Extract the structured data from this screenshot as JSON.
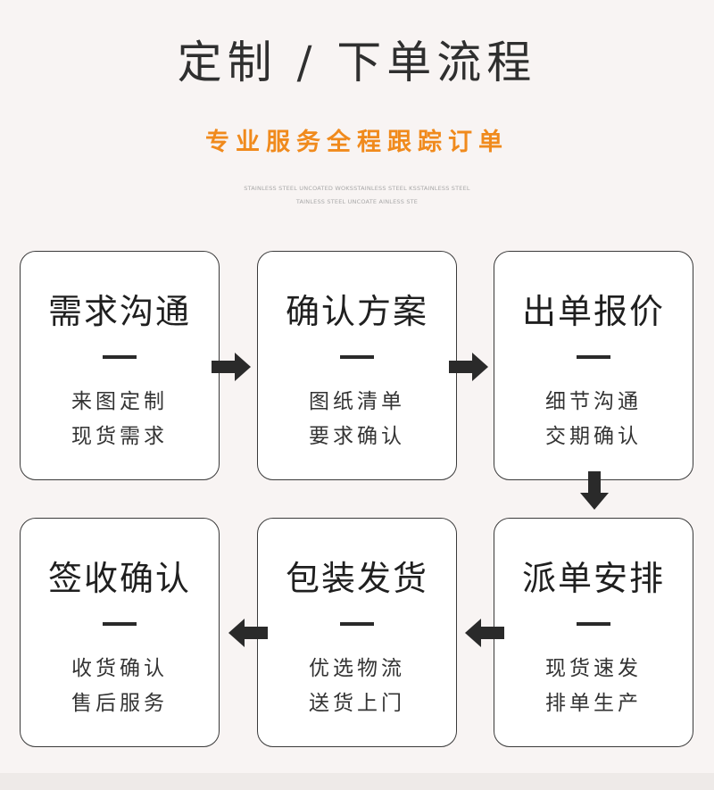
{
  "title": "定制 / 下单流程",
  "subtitle": "专业服务全程跟踪订单",
  "small_text": {
    "line1": "STAINLESS STEEL UNCOATED WOKSSTAINLESS STEEL KSSTAINLESS STEEL",
    "line2": "TAINLESS STEEL UNCOATE AINLESS STE"
  },
  "steps": [
    {
      "title": "需求沟通",
      "line1": "来图定制",
      "line2": "现货需求"
    },
    {
      "title": "确认方案",
      "line1": "图纸清单",
      "line2": "要求确认"
    },
    {
      "title": "出单报价",
      "line1": "细节沟通",
      "line2": "交期确认"
    },
    {
      "title": "派单安排",
      "line1": "现货速发",
      "line2": "排单生产"
    },
    {
      "title": "包装发货",
      "line1": "优选物流",
      "line2": "送货上门"
    },
    {
      "title": "签收确认",
      "line1": "收货确认",
      "line2": "售后服务"
    }
  ],
  "colors": {
    "accent": "#f08a1c",
    "text": "#2b2b2b",
    "background": "#f8f4f3"
  },
  "icons": [
    "arrow-right-icon",
    "arrow-down-icon",
    "arrow-left-icon"
  ]
}
